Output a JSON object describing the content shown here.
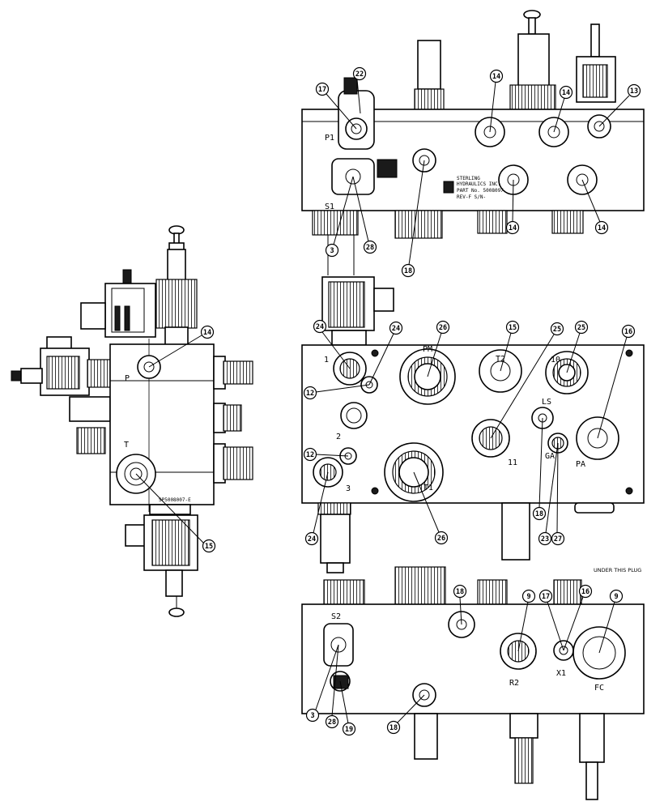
{
  "left_view": {
    "port_labels": [
      "P",
      "T"
    ],
    "part_number": "SP5008007-E",
    "callouts": [
      "14",
      "15"
    ]
  },
  "top_block": {
    "port_labels": [
      "P1",
      "S1"
    ],
    "nameplate": [
      "STERLING",
      "HYDRAULICS INC.",
      "PART No. 5008097",
      "REV-F  S/N-"
    ],
    "callouts": [
      "17",
      "22",
      "14",
      "14",
      "13",
      "14",
      "14",
      "3",
      "28",
      "18"
    ]
  },
  "middle_block": {
    "port_labels": [
      "1",
      "2",
      "3",
      "PM",
      "T2",
      "10",
      "LS",
      "11",
      "GA",
      "PA",
      "T1"
    ],
    "callouts": [
      "24",
      "24",
      "26",
      "15",
      "25",
      "25",
      "16",
      "12",
      "12",
      "24",
      "26",
      "18",
      "23",
      "27"
    ]
  },
  "bottom_block": {
    "port_labels": [
      "S2",
      "R2",
      "X1",
      "FC"
    ],
    "note": "UNDER THIS PLUG",
    "callouts": [
      "18",
      "9",
      "17",
      "16",
      "9",
      "3",
      "28",
      "19",
      "18"
    ]
  }
}
